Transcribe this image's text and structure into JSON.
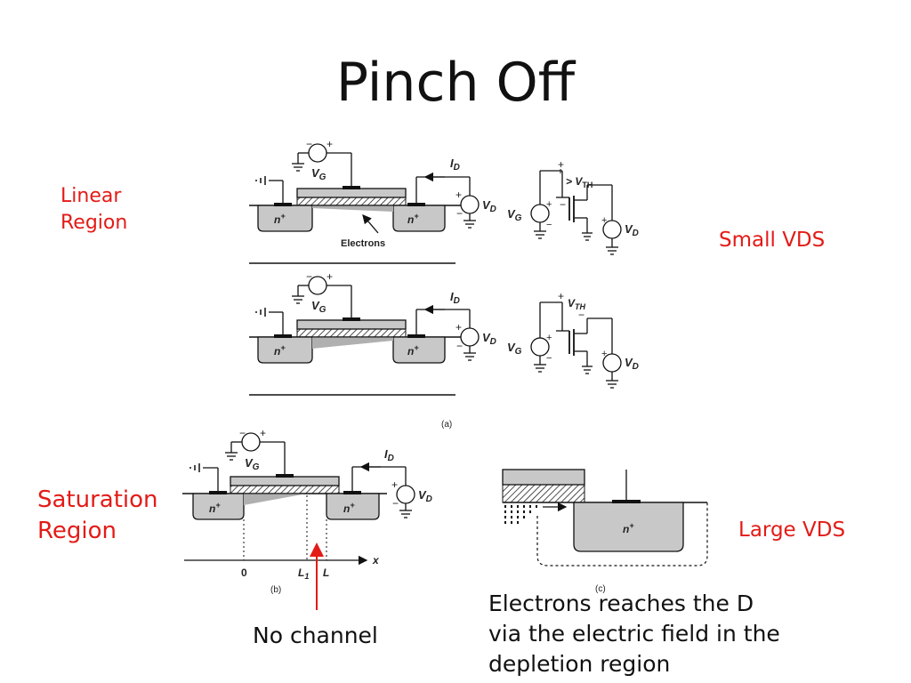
{
  "title": "Pinch Off",
  "labels": {
    "linear_line1": "Linear",
    "linear_line2": "Region",
    "small_vds": "Small VDS",
    "saturation_line1": "Saturation",
    "saturation_line2": "Region",
    "large_vds": "Large VDS",
    "no_channel": "No channel",
    "electrons_note_line1": "Electrons reaches the D",
    "electrons_note_line2": "via the electric field in the",
    "electrons_note_line3": "depletion region"
  },
  "figure": {
    "vg": "V",
    "vg_sub": "G",
    "vd": "V",
    "vd_sub": "D",
    "id": "I",
    "id_sub": "D",
    "nplus": "n",
    "nplus_sup": "+",
    "electrons": "Electrons",
    "gt_vth": "> V",
    "vth": "V",
    "vth_sub": "TH",
    "plus": "+",
    "minus": "−",
    "caption_a": "(a)",
    "caption_b": "(b)",
    "caption_c": "(c)",
    "axis_x": "x",
    "tick_0": "0",
    "tick_l1": "L",
    "tick_l1_sub": "1",
    "tick_l": "L"
  },
  "colors": {
    "red": "#e31b17",
    "gray_fill": "#c8c8c8",
    "black": "#111111"
  }
}
